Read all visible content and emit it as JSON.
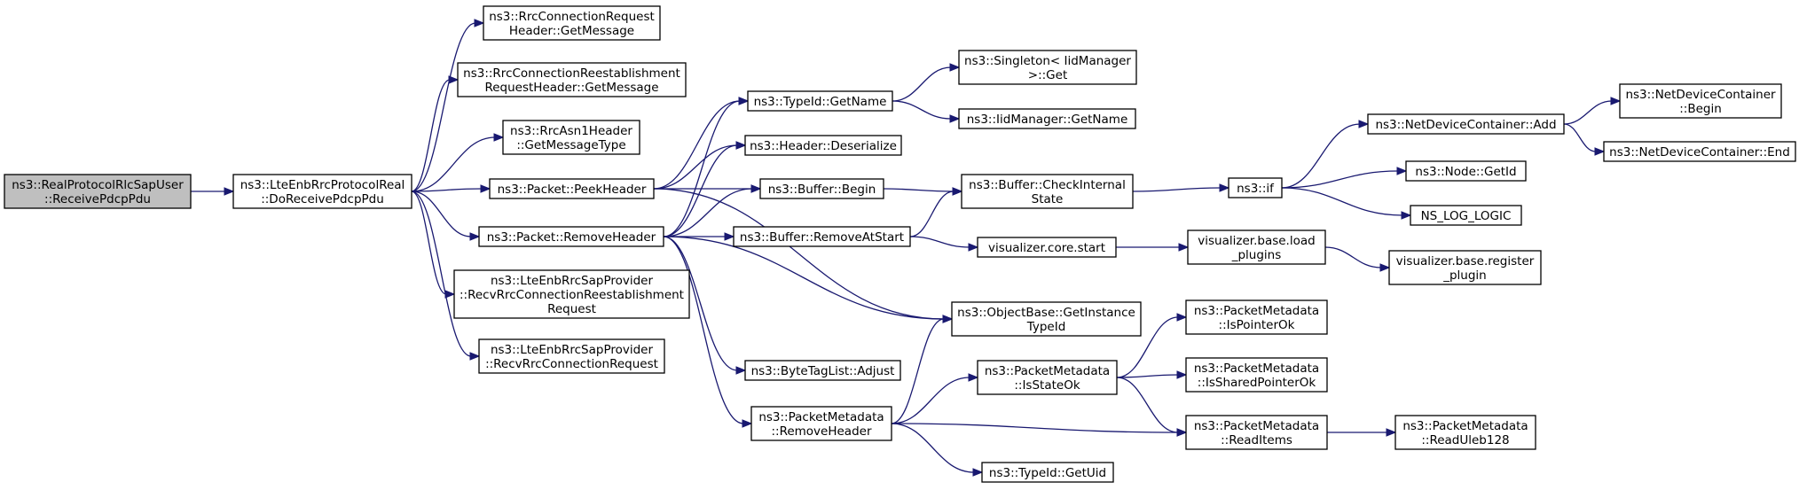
{
  "colors": {
    "edge": "#191970",
    "root_fill": "#bfbfbf",
    "node_fill": "#ffffff",
    "border": "#000000"
  },
  "nodes": {
    "root": [
      "ns3::RealProtocolRlcSapUser",
      "::ReceivePdcpPdu"
    ],
    "doReceive": [
      "ns3::LteEnbRrcProtocolReal",
      "::DoReceivePdcpPdu"
    ],
    "rrcConnReqGetMsg": [
      "ns3::RrcConnectionRequest",
      "Header::GetMessage"
    ],
    "rrcReestGetMsg": [
      "ns3::RrcConnectionReestablishment",
      "RequestHeader::GetMessage"
    ],
    "asn1GetType": [
      "ns3::RrcAsn1Header",
      "::GetMessageType"
    ],
    "peekHeader": [
      "ns3::Packet::PeekHeader"
    ],
    "removeHeader": [
      "ns3::Packet::RemoveHeader"
    ],
    "recvReest": [
      "ns3::LteEnbRrcSapProvider",
      "::RecvRrcConnectionReestablishment",
      "Request"
    ],
    "recvConnReq": [
      "ns3::LteEnbRrcSapProvider",
      "::RecvRrcConnectionRequest"
    ],
    "typeIdGetName": [
      "ns3::TypeId::GetName"
    ],
    "headerDeserialize": [
      "ns3::Header::Deserialize"
    ],
    "bufferBegin": [
      "ns3::Buffer::Begin"
    ],
    "bufferRemoveAtStart": [
      "ns3::Buffer::RemoveAtStart"
    ],
    "byteTagAdjust": [
      "ns3::ByteTagList::Adjust"
    ],
    "pmRemoveHeader": [
      "ns3::PacketMetadata",
      "::RemoveHeader"
    ],
    "singletonGet": [
      "ns3::Singleton< IidManager",
      ">::Get"
    ],
    "iidGetName": [
      "ns3::IidManager::GetName"
    ],
    "bufferCheckInternal": [
      "ns3::Buffer::CheckInternal",
      "State"
    ],
    "vizCoreStart": [
      "visualizer.core.start"
    ],
    "getInstanceTypeId": [
      "ns3::ObjectBase::GetInstance",
      "TypeId"
    ],
    "pmIsStateOk": [
      "ns3::PacketMetadata",
      "::IsStateOk"
    ],
    "typeIdGetUid": [
      "ns3::TypeId::GetUid"
    ],
    "nsIf": [
      "ns3::if"
    ],
    "vizLoadPlugins": [
      "visualizer.base.load",
      "_plugins"
    ],
    "pmIsPointerOk": [
      "ns3::PacketMetadata",
      "::IsPointerOk"
    ],
    "pmIsSharedPointerOk": [
      "ns3::PacketMetadata",
      "::IsSharedPointerOk"
    ],
    "pmReadItems": [
      "ns3::PacketMetadata",
      "::ReadItems"
    ],
    "ndcAdd": [
      "ns3::NetDeviceContainer::Add"
    ],
    "nodeGetId": [
      "ns3::Node::GetId"
    ],
    "nsLogLogic": [
      "NS_LOG_LOGIC"
    ],
    "vizRegisterPlugin": [
      "visualizer.base.register",
      "_plugin"
    ],
    "pmReadUleb128": [
      "ns3::PacketMetadata",
      "::ReadUleb128"
    ],
    "ndcBegin": [
      "ns3::NetDeviceContainer",
      "::Begin"
    ],
    "ndcEnd": [
      "ns3::NetDeviceContainer::End"
    ]
  },
  "edges": [
    [
      "root",
      "doReceive"
    ],
    [
      "doReceive",
      "rrcConnReqGetMsg"
    ],
    [
      "doReceive",
      "rrcReestGetMsg"
    ],
    [
      "doReceive",
      "asn1GetType"
    ],
    [
      "doReceive",
      "peekHeader"
    ],
    [
      "doReceive",
      "removeHeader"
    ],
    [
      "doReceive",
      "recvReest"
    ],
    [
      "doReceive",
      "recvConnReq"
    ],
    [
      "peekHeader",
      "typeIdGetName"
    ],
    [
      "peekHeader",
      "headerDeserialize"
    ],
    [
      "peekHeader",
      "bufferBegin"
    ],
    [
      "peekHeader",
      "getInstanceTypeId"
    ],
    [
      "removeHeader",
      "typeIdGetName"
    ],
    [
      "removeHeader",
      "headerDeserialize"
    ],
    [
      "removeHeader",
      "bufferBegin"
    ],
    [
      "removeHeader",
      "bufferRemoveAtStart"
    ],
    [
      "removeHeader",
      "getInstanceTypeId"
    ],
    [
      "removeHeader",
      "byteTagAdjust"
    ],
    [
      "removeHeader",
      "pmRemoveHeader"
    ],
    [
      "typeIdGetName",
      "singletonGet"
    ],
    [
      "typeIdGetName",
      "iidGetName"
    ],
    [
      "bufferBegin",
      "bufferCheckInternal"
    ],
    [
      "bufferRemoveAtStart",
      "bufferCheckInternal"
    ],
    [
      "bufferRemoveAtStart",
      "vizCoreStart"
    ],
    [
      "bufferCheckInternal",
      "nsIf"
    ],
    [
      "vizCoreStart",
      "vizLoadPlugins"
    ],
    [
      "vizLoadPlugins",
      "vizRegisterPlugin"
    ],
    [
      "nsIf",
      "ndcAdd"
    ],
    [
      "nsIf",
      "nodeGetId"
    ],
    [
      "nsIf",
      "nsLogLogic"
    ],
    [
      "ndcAdd",
      "ndcBegin"
    ],
    [
      "ndcAdd",
      "ndcEnd"
    ],
    [
      "pmRemoveHeader",
      "getInstanceTypeId"
    ],
    [
      "pmRemoveHeader",
      "pmIsStateOk"
    ],
    [
      "pmRemoveHeader",
      "pmReadItems"
    ],
    [
      "pmRemoveHeader",
      "typeIdGetUid"
    ],
    [
      "pmIsStateOk",
      "pmIsPointerOk"
    ],
    [
      "pmIsStateOk",
      "pmIsSharedPointerOk"
    ],
    [
      "pmIsStateOk",
      "pmReadItems"
    ],
    [
      "pmReadItems",
      "pmReadUleb128"
    ]
  ]
}
